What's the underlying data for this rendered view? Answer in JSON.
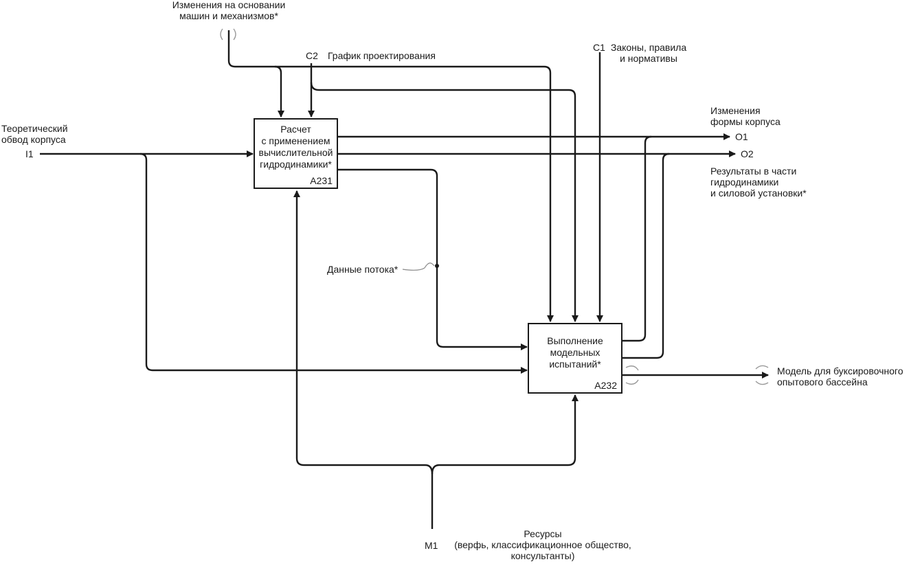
{
  "diagram": {
    "type": "IDEF0",
    "boxes": [
      {
        "id": "A231",
        "title": "Расчет\nс применением\nвычислительной\nгидродинамики*",
        "lines": [
          "Расчет",
          "с применением",
          "вычислительной",
          "гидродинамики*"
        ],
        "number": "A231"
      },
      {
        "id": "A232",
        "title": "Выполнение модельных испытаний*",
        "lines": [
          "Выполнение",
          "модельных",
          "испытаний*"
        ],
        "number": "A232"
      }
    ],
    "inputs": [
      {
        "code": "I1",
        "label_lines": [
          "Теоретический",
          "обвод корпуса"
        ]
      }
    ],
    "controls": [
      {
        "code": "C2",
        "label": "График проектирования"
      },
      {
        "code": "C1",
        "label_lines": [
          "Законы, правила",
          "и нормативы"
        ]
      },
      {
        "code": "",
        "label_lines": [
          "Изменения на основании",
          "машин и механизмов*"
        ],
        "tunneled": true
      }
    ],
    "outputs": [
      {
        "code": "O1",
        "label_lines": [
          "Изменения",
          "формы корпуса"
        ]
      },
      {
        "code": "O2",
        "label_lines": [
          "Результаты в части",
          "гидродинамики",
          "и силовой установки*"
        ]
      },
      {
        "code": "",
        "label_lines": [
          "Модель для буксировочного",
          "опытового бассейна"
        ],
        "tunneled": true
      }
    ],
    "mechanisms": [
      {
        "code": "M1",
        "label_lines": [
          "Ресурсы",
          "(верфь, классификационное общество,",
          "консультанты)"
        ]
      }
    ],
    "internal_arrows": [
      {
        "label": "Данные потока*"
      }
    ]
  }
}
